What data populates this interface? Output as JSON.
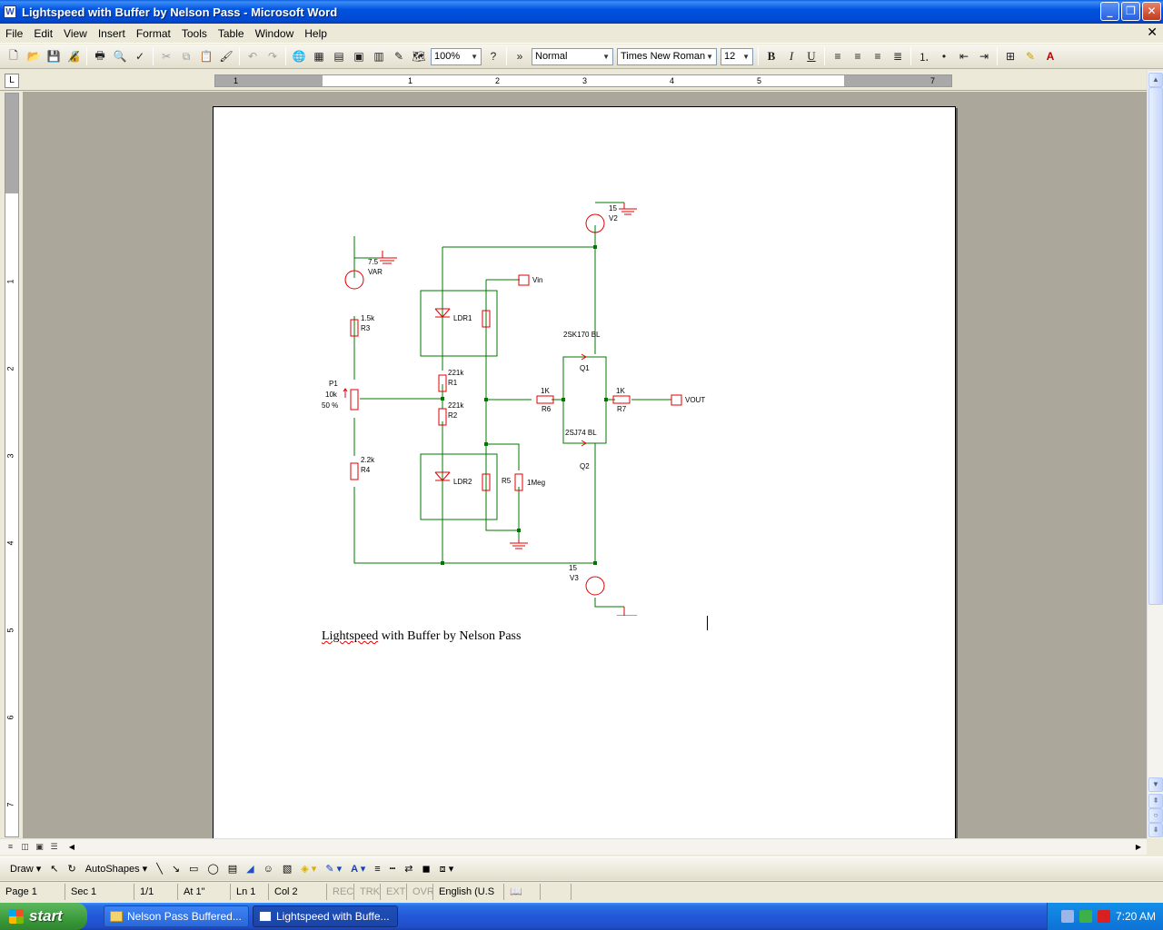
{
  "window": {
    "title": "Lightspeed with Buffer by Nelson Pass - Microsoft Word",
    "icon_letter": "W"
  },
  "menu": [
    "File",
    "Edit",
    "View",
    "Insert",
    "Format",
    "Tools",
    "Table",
    "Window",
    "Help"
  ],
  "toolbar": {
    "zoom": "100%",
    "style": "Normal",
    "font": "Times New Roman",
    "size": "12",
    "bold": "B",
    "italic": "I",
    "underline": "U"
  },
  "ruler": {
    "h_labels": [
      "1",
      "1",
      "2",
      "3",
      "4",
      "5",
      "7"
    ],
    "v_labels": [
      "1",
      "2",
      "3",
      "4",
      "5",
      "6",
      "7"
    ]
  },
  "document": {
    "caption": "Lightspeed with Buffer by Nelson Pass",
    "caption_first": "Lightspeed",
    "caption_rest": " with Buffer by Nelson Pass"
  },
  "schematic": {
    "v_var": {
      "value": "7.5",
      "name": "VAR"
    },
    "v2": {
      "value": "15",
      "name": "V2"
    },
    "v3": {
      "value": "15",
      "name": "V3"
    },
    "r3": {
      "value": "1.5k",
      "name": "R3"
    },
    "r4": {
      "value": "2.2k",
      "name": "R4"
    },
    "p1": {
      "name": "P1",
      "value": "10k",
      "percent": "50 %"
    },
    "r1": {
      "value": "221k",
      "name": "R1"
    },
    "r2": {
      "value": "221k",
      "name": "R2"
    },
    "r5": {
      "name": "R5",
      "value": "1Meg"
    },
    "r6": {
      "value": "1K",
      "name": "R6"
    },
    "r7": {
      "value": "1K",
      "name": "R7"
    },
    "ldr1": "LDR1",
    "ldr2": "LDR2",
    "q1": {
      "part": "2SK170 BL",
      "name": "Q1"
    },
    "q2": {
      "part": "2SJ74 BL",
      "name": "Q2"
    },
    "vin": "Vin",
    "vout": "VOUT"
  },
  "drawing": {
    "draw": "Draw",
    "autoshapes": "AutoShapes"
  },
  "status": {
    "page": "Page  1",
    "sec": "Sec  1",
    "pages": "1/1",
    "at": "At  1\"",
    "ln": "Ln  1",
    "col": "Col  2",
    "rec": "REC",
    "trk": "TRK",
    "ext": "EXT",
    "ovr": "OVR",
    "lang": "English (U.S"
  },
  "taskbar": {
    "start": "start",
    "tasks": [
      "Nelson Pass Buffered...",
      "Lightspeed with Buffe..."
    ],
    "time": "7:20 AM"
  },
  "colors": {
    "wire": "#007800",
    "component": "#E00000"
  }
}
